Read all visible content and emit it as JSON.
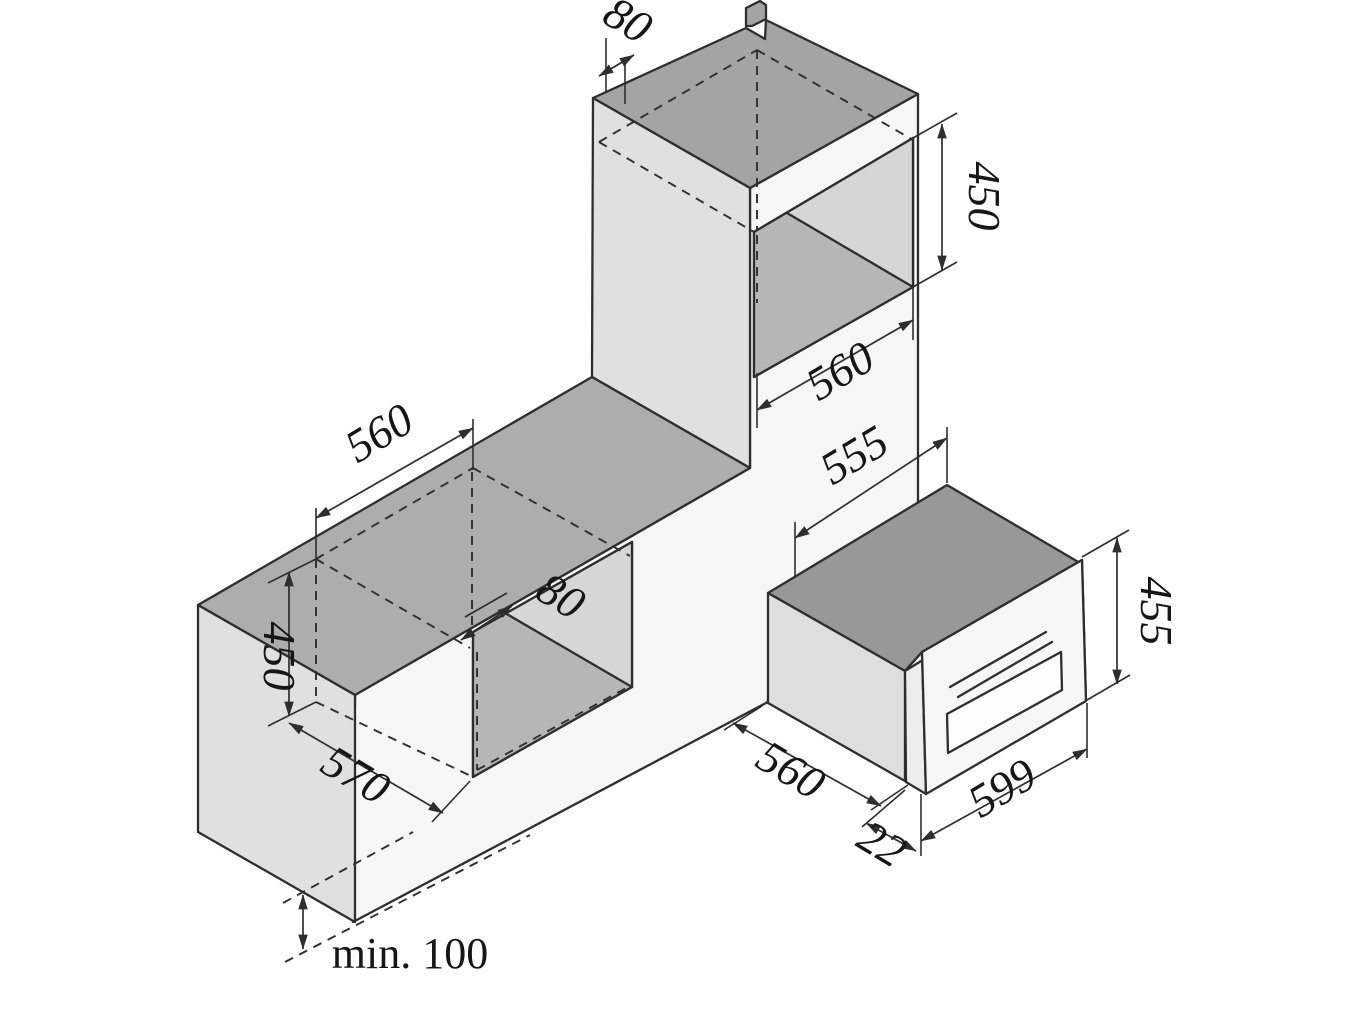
{
  "diagram": {
    "type": "isometric-installation-drawing",
    "dimensions": {
      "top_rear_gap": "80",
      "upper_niche_height": "450",
      "upper_niche_depth": "560",
      "upper_niche_width": "555",
      "lower_niche_depth_top": "560",
      "lower_niche_height": "450",
      "lower_niche_depth_bottom": "570",
      "lower_rear_gap": "80",
      "floor_clearance": "min. 100",
      "appliance_depth": "560",
      "door_thickness": "22",
      "appliance_width": "599",
      "appliance_height": "455"
    },
    "palette": {
      "background": "#ffffff",
      "top_face": "#a4a4a4",
      "counter_top": "#adadad",
      "side_face": "#e0e0e0",
      "front_face": "#f6f6f6",
      "niche_wall": "#d6d6d6",
      "niche_floor": "#b6b6b6",
      "appliance_top": "#989898",
      "appliance_side": "#dedede",
      "door_edge": "#ededed",
      "door_face": "#f6f6f6",
      "window": "#fdfdfd"
    }
  }
}
